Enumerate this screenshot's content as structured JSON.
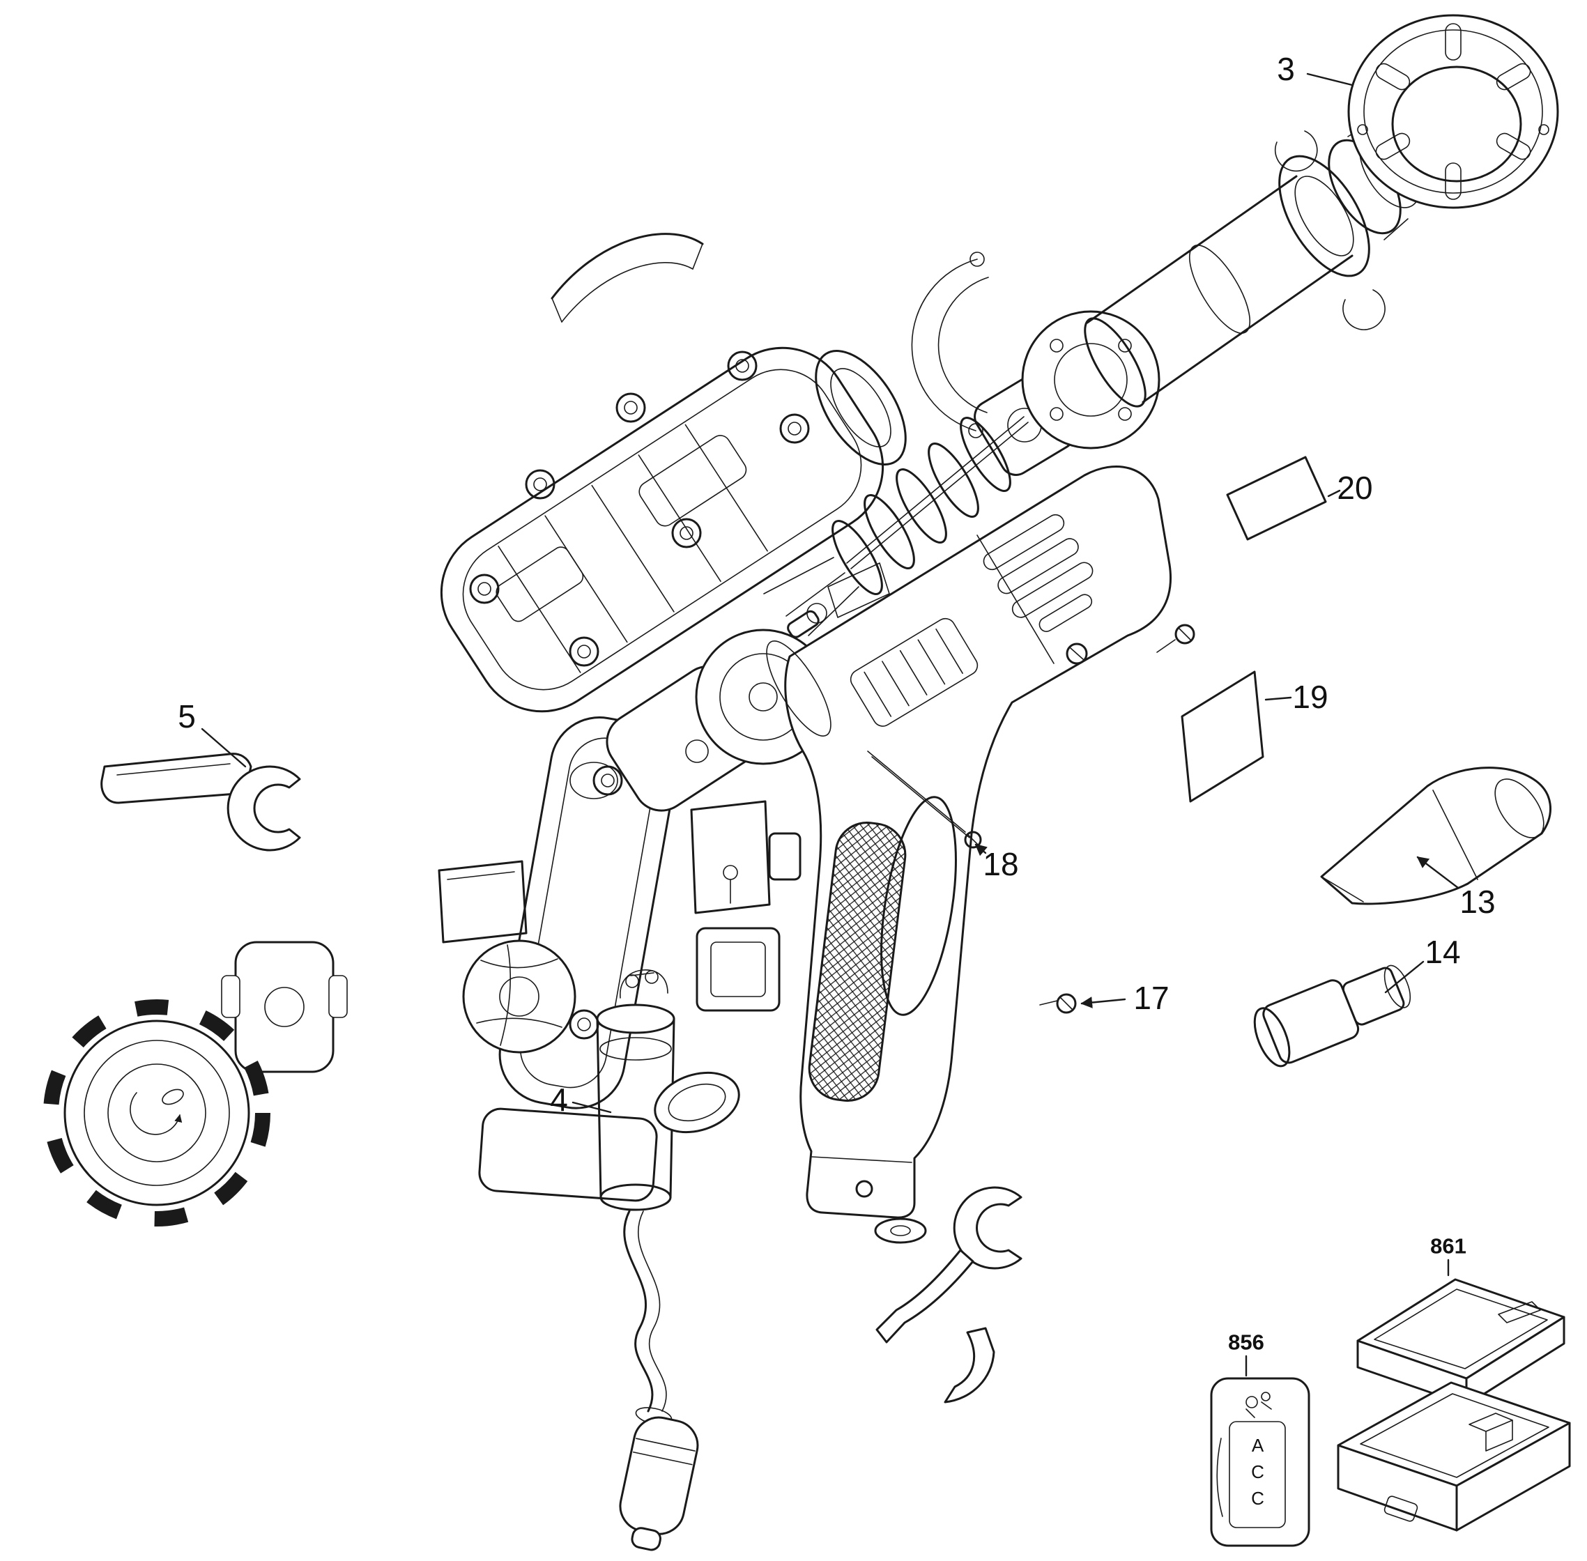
{
  "colors": {
    "line": "#1a1a1a",
    "background": "#ffffff"
  },
  "callouts": {
    "c3": {
      "label": "3"
    },
    "c4": {
      "label": "4"
    },
    "c5": {
      "label": "5"
    },
    "c13": {
      "label": "13"
    },
    "c14": {
      "label": "14"
    },
    "c17": {
      "label": "17"
    },
    "c18": {
      "label": "18"
    },
    "c19": {
      "label": "19"
    },
    "c20": {
      "label": "20"
    },
    "c856": {
      "label": "856"
    },
    "c861": {
      "label": "861"
    }
  },
  "labels": {
    "acc": "ACC"
  }
}
